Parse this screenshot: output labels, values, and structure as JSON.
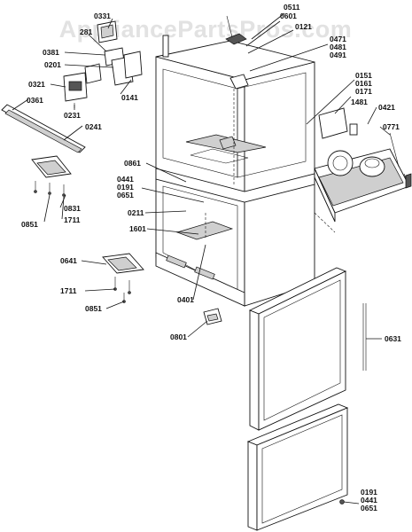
{
  "watermark": "AppliancePartsPros.com",
  "labels": {
    "p0511": "0511",
    "p0601": "0601",
    "p0121": "0121",
    "p0471": "0471",
    "p0481": "0481",
    "p0491": "0491",
    "p0331": "0331",
    "p281": "281",
    "p0381": "0381",
    "p0201": "0201",
    "p0321": "0321",
    "p0141": "0141",
    "p0231": "0231",
    "p0361": "0361",
    "p0241": "0241",
    "p0151": "0151",
    "p0161": "0161",
    "p0171": "0171",
    "p1481": "1481",
    "p0421": "0421",
    "p0771": "0771",
    "p0861": "0861",
    "p0441a": "0441",
    "p0191a": "0191",
    "p0651a": "0651",
    "p0211": "0211",
    "p1601": "1601",
    "p0831": "0831",
    "p0851a": "0851",
    "p1711a": "1711",
    "p0641": "0641",
    "p1711b": "1711",
    "p0851b": "0851",
    "p0401": "0401",
    "p0801": "0801",
    "p0631": "0631",
    "p0191b": "0191",
    "p0441b": "0441",
    "p0651b": "0651"
  }
}
